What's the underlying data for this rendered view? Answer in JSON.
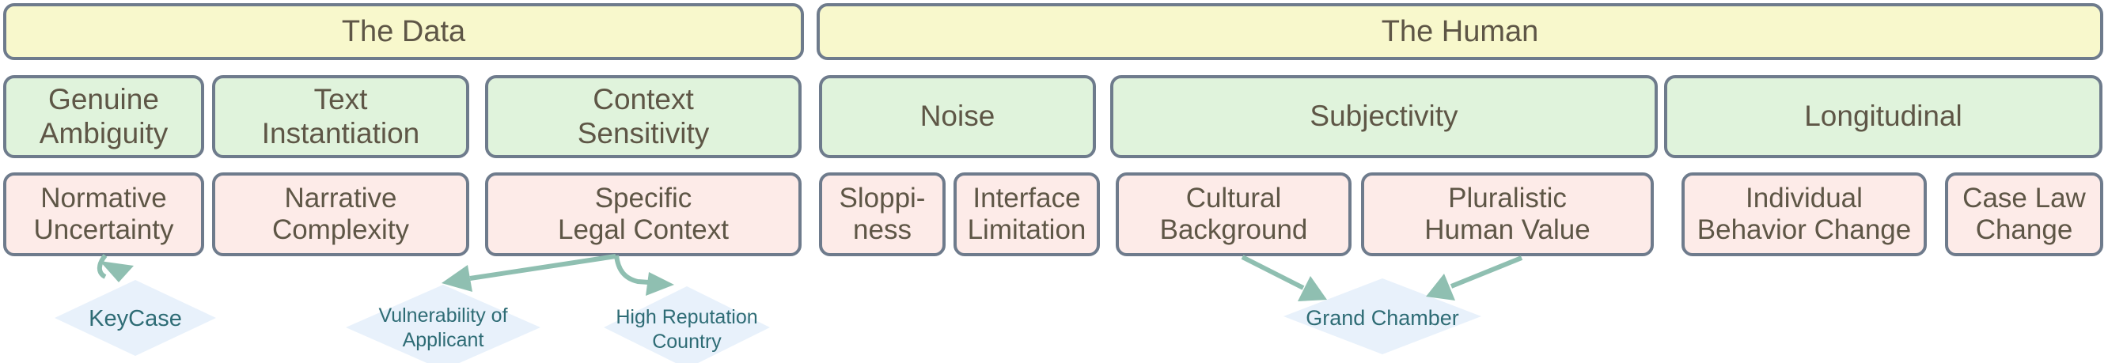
{
  "colors": {
    "top_row_fill": "#f8f8cc",
    "category_row_fill": "#e0f3dc",
    "factor_row_fill": "#fdebe8",
    "box_border": "#6e7b8c",
    "box_text": "#5e5646",
    "diamond_fill": "#e8f1fb",
    "diamond_text": "#2e6c75",
    "arrow": "#8fbfb1"
  },
  "diagram": {
    "top_row": [
      {
        "label": "The Data"
      },
      {
        "label": "The Human"
      }
    ],
    "category_row": [
      {
        "label": "Genuine\nAmbiguity"
      },
      {
        "label": "Text\nInstantiation"
      },
      {
        "label": "Context\nSensitivity"
      },
      {
        "label": "Noise"
      },
      {
        "label": "Subjectivity"
      },
      {
        "label": "Longitudinal"
      }
    ],
    "factor_row": [
      {
        "label": "Normative\nUncertainty"
      },
      {
        "label": "Narrative\nComplexity"
      },
      {
        "label": "Specific\nLegal Context"
      },
      {
        "label": "Sloppi-\nness"
      },
      {
        "label": "Interface\nLimitation"
      },
      {
        "label": "Cultural\nBackground"
      },
      {
        "label": "Pluralistic\nHuman Value"
      },
      {
        "label": "Individual\nBehavior Change"
      },
      {
        "label": "Case Law\nChange"
      }
    ],
    "case_diamonds": [
      {
        "label": "KeyCase"
      },
      {
        "label": "Vulnerability of\nApplicant"
      },
      {
        "label": "High Reputation\nCountry"
      },
      {
        "label": "Grand Chamber"
      }
    ],
    "edges": [
      {
        "from": "Normative Uncertainty",
        "to": "KeyCase"
      },
      {
        "from": "Specific Legal Context",
        "to": "Vulnerability of Applicant"
      },
      {
        "from": "Specific Legal Context",
        "to": "High Reputation Country"
      },
      {
        "from": "Cultural Background",
        "to": "Grand Chamber"
      },
      {
        "from": "Pluralistic Human Value",
        "to": "Grand Chamber"
      }
    ]
  }
}
